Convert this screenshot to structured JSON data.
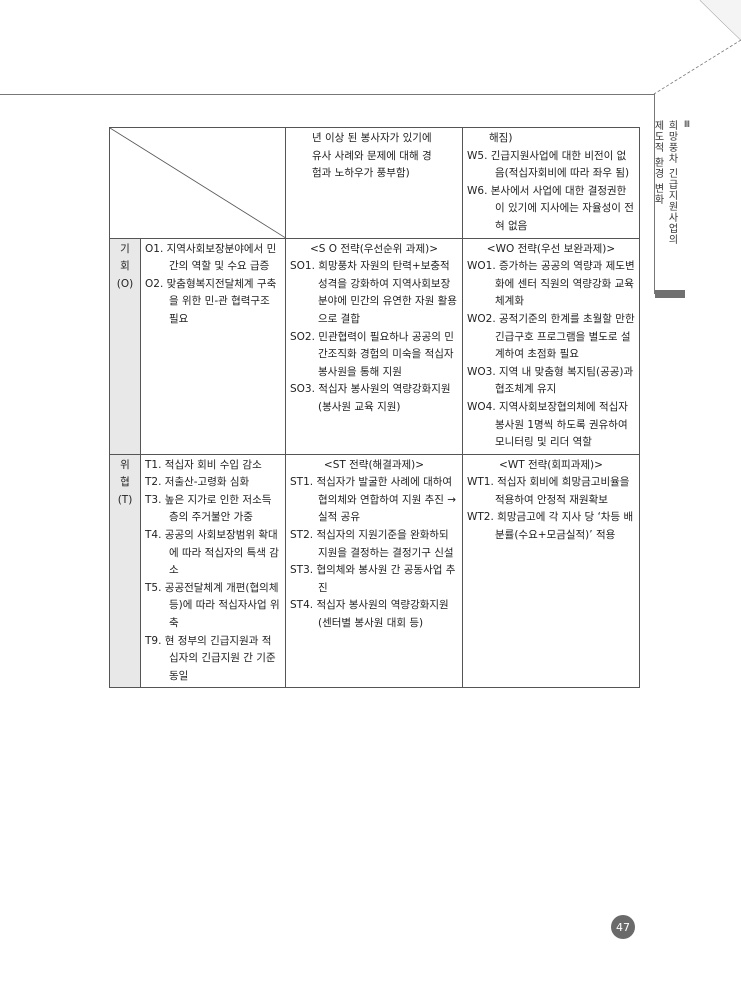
{
  "side_tab": {
    "roman": "Ⅲ",
    "col1": "희망풍차 긴급지원사업의",
    "col2": "제도적 환경 변화"
  },
  "row_top": {
    "c2": [
      "년 이상 된 봉사자가 있기에",
      "유사 사례와 문제에 대해 경",
      "험과 노하우가 풍부함)"
    ],
    "c3_cont": "해짐)",
    "c3_items": [
      [
        "W5.",
        "긴급지원사업에 대한 비전이 없음(적십자회비에 따라 좌우 됨)"
      ],
      [
        "W6.",
        "본사에서 사업에 대한 결정권한이 있기에 지사에는 자율성이 전혀 없음"
      ]
    ]
  },
  "row_o": {
    "label_1": "기",
    "label_2": "회",
    "label_3": "(O)",
    "items": [
      [
        "O1.",
        "지역사회보장분야에서 민간의 역할 및 수요 급증"
      ],
      [
        "O2.",
        "맞춤형복지전달체계 구축을 위한 민-관 협력구조 필요"
      ]
    ],
    "so_header": "<S O 전략(우선순위 과제)>",
    "so_items": [
      [
        "SO1.",
        "희망풍차 자원의 탄력+보충적 성격을 강화하여 지역사회보장 분야에 민간의 유연한 자원 활용으로 결합"
      ],
      [
        "SO2.",
        "민관협력이 필요하나 공공의 민간조직화 경험의 미숙을 적십자 봉사원을 통해 지원"
      ],
      [
        "SO3.",
        "적십자 봉사원의 역량강화지원(봉사원 교육 지원)"
      ]
    ],
    "wo_header": "<WO 전략(우선 보완과제)>",
    "wo_items": [
      [
        "WO1.",
        "증가하는 공공의 역량과 제도변화에 센터 직원의 역량강화 교육 체계화"
      ],
      [
        "WO2.",
        "공적기준의 한계를 초월할 만한 긴급구호 프로그램을 별도로 설계하여 초점화 필요"
      ],
      [
        "WO3.",
        "지역 내 맞춤형 복지팀(공공)과 협조체계 유지"
      ],
      [
        "WO4.",
        "지역사회보장협의체에 적십자 봉사원 1명씩 하도록 권유하여 모니터링 및 리더 역할"
      ]
    ]
  },
  "row_t": {
    "label_1": "위",
    "label_2": "협",
    "label_3": "(T)",
    "items": [
      [
        "T1.",
        "적십자 회비 수입 감소"
      ],
      [
        "T2.",
        "저출산-고령화 심화"
      ],
      [
        "T3.",
        "높은 지가로 인한 저소득층의 주거불안 가중"
      ],
      [
        "T4.",
        "공공의 사회보장범위 확대에 따라 적십자의 특색 감소"
      ],
      [
        "T5.",
        "공공전달체계 개편(협의체 등)에 따라 적십자사업 위축"
      ],
      [
        "T9.",
        "현 정부의 긴급지원과 적십자의 긴급지원 간 기준 동일"
      ]
    ],
    "st_header": "<ST 전략(해결과제)>",
    "st_items": [
      [
        "ST1.",
        "적십자가 발굴한 사례에 대하여 협의체와 연합하여 지원 추진 → 실적 공유"
      ],
      [
        "ST2.",
        "적십자의 지원기준을 완화하되 지원을 결정하는 결정기구 신설"
      ],
      [
        "ST3.",
        "협의체와 봉사원 간 공동사업 추진"
      ],
      [
        "ST4.",
        "적십자 봉사원의 역량강화지원(센터별 봉사원 대회 등)"
      ]
    ],
    "wt_header": "<WT 전략(회피과제)>",
    "wt_items": [
      [
        "WT1.",
        "적십자 회비에 희망금고비율을 적용하여 안정적 재원확보"
      ],
      [
        "WT2.",
        "희망금고에 각 지사 당 ‘차등 배분률(수요+모금실적)’ 적용"
      ]
    ]
  },
  "page_number": "47"
}
